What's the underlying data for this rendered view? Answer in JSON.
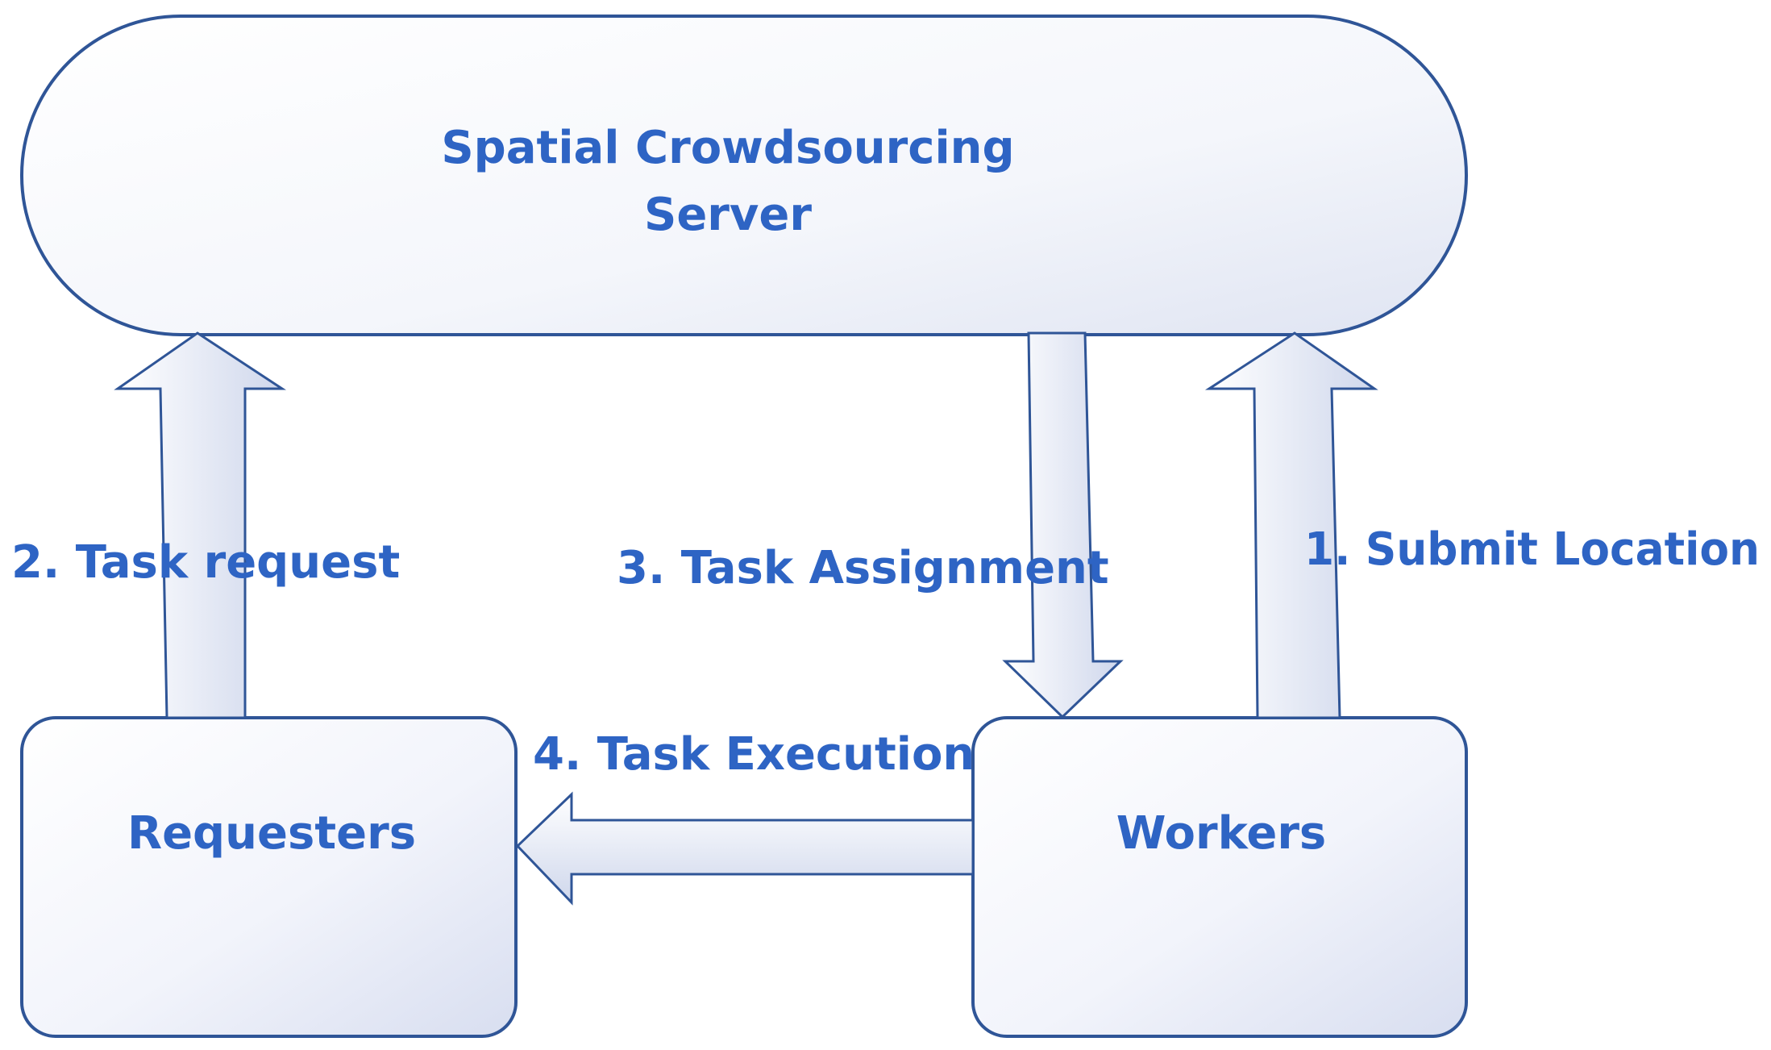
{
  "colors": {
    "stroke": "#2f5597",
    "text": "#2e64c4",
    "fill_light": "#ffffff",
    "fill_dark": "#d5dcee"
  },
  "nodes": {
    "server": {
      "line1": "Spatial Crowdsourcing",
      "line2": "Server"
    },
    "requesters": {
      "label": "Requesters"
    },
    "workers": {
      "label": "Workers"
    }
  },
  "flows": {
    "submit_location": "1. Submit Location",
    "task_request": "2. Task request",
    "task_assignment": "3. Task Assignment",
    "task_execution": "4. Task Execution"
  }
}
